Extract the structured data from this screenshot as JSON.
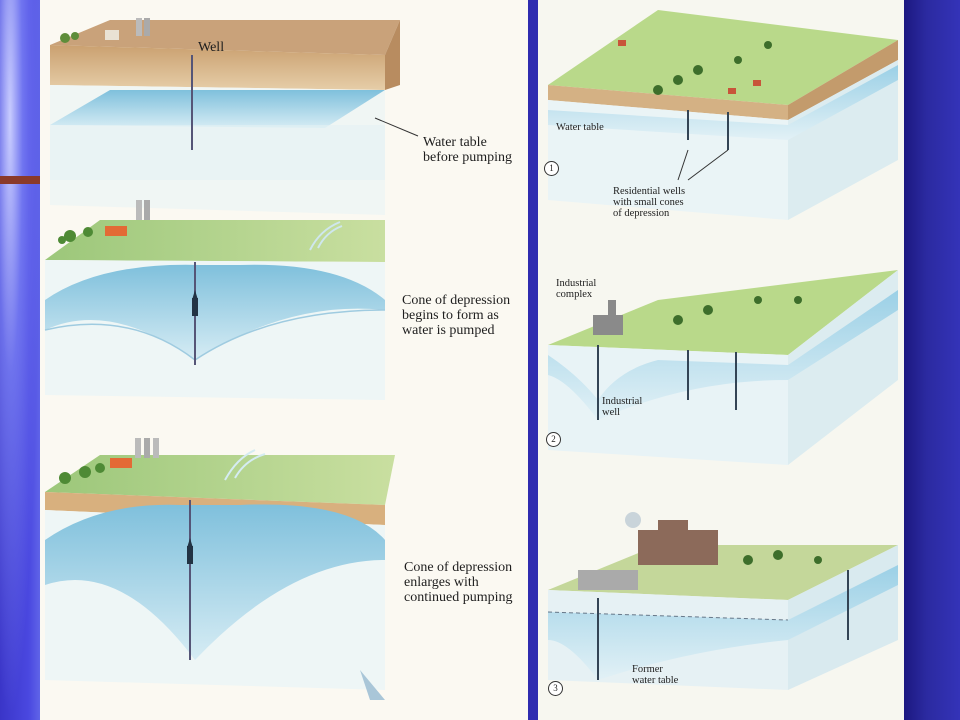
{
  "left_figure": {
    "well_label": "Well",
    "stage1_label": "Water table\nbefore pumping",
    "stage2_label": "Cone of depression\nbegins to form as\nwater is pumped",
    "stage3_label": "Cone of depression\nenlarges with\ncontinued pumping"
  },
  "right_figure": {
    "water_table_label": "Water table",
    "residential_wells_label": "Residential wells\nwith small cones\nof depression",
    "industrial_complex_label": "Industrial\ncomplex",
    "industrial_well_label": "Industrial\nwell",
    "former_water_table_label": "Former\nwater table",
    "step_numbers": [
      "1",
      "2",
      "3"
    ]
  },
  "colors": {
    "slide_background": "#2a2aa8",
    "water": "#a9d6e6",
    "land": "#8fbf6a",
    "soil": "#d9b58a"
  }
}
